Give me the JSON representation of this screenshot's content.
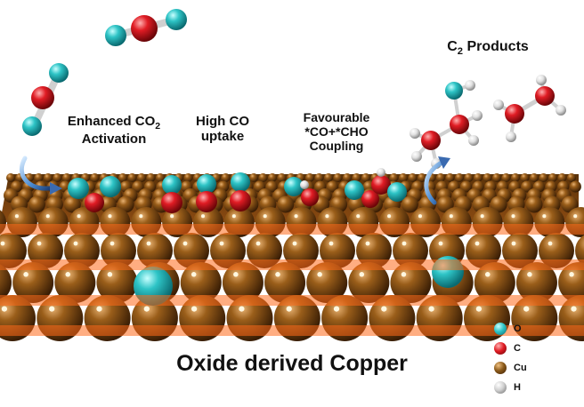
{
  "labels": {
    "co2_activation": "Enhanced CO2 Activation",
    "co_uptake": "High CO uptake",
    "coupling": "Favourable *CO+*CHO Coupling",
    "c2_products": "C2 Products",
    "surface": "Oxide derived Copper"
  },
  "legend": [
    {
      "element": "O",
      "color": "#2ec4c6"
    },
    {
      "element": "C",
      "color": "#e01c24"
    },
    {
      "element": "Cu",
      "color": "#8b5a1a"
    },
    {
      "element": "H",
      "color": "#9a9a9a"
    }
  ],
  "colors": {
    "oxygen": "#2ec4c6",
    "carbon": "#e01c24",
    "copper": "#8b5a1a",
    "hydrogen": "#e8e8e8",
    "lattice_glow": "#ff6a1a"
  }
}
